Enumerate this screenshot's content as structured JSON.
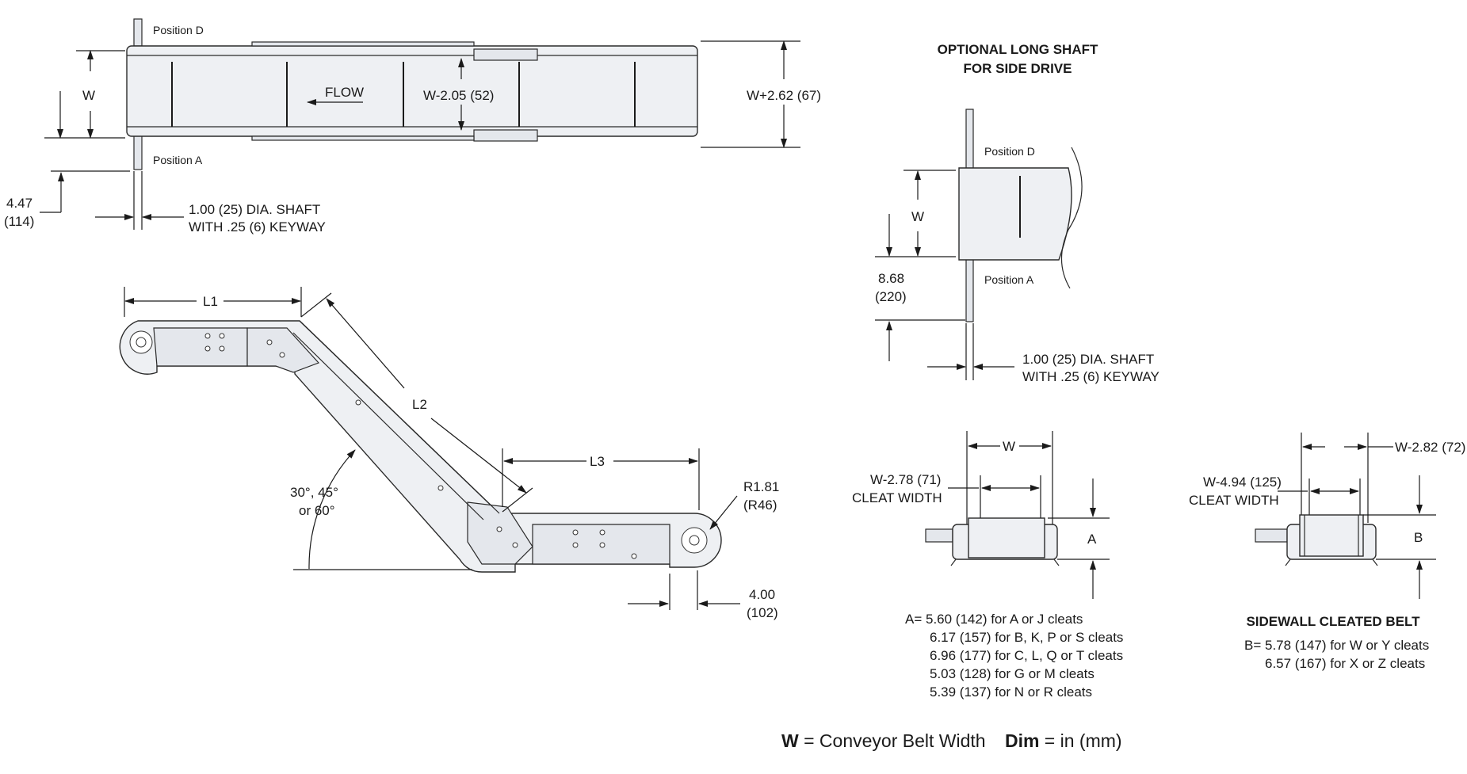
{
  "top_view": {
    "position_d": "Position D",
    "position_a": "Position A",
    "w": "W",
    "flow": "FLOW",
    "inner_width": "W-2.05 (52)",
    "outer_width": "W+2.62 (67)",
    "offset_in": "4.47",
    "offset_mm": "(114)",
    "shaft_line1": "1.00 (25) DIA. SHAFT",
    "shaft_line2": "WITH .25 (6) KEYWAY"
  },
  "side_view": {
    "l1": "L1",
    "l2": "L2",
    "l3": "L3",
    "angle_line1": "30°, 45°",
    "angle_line2": "or 60°",
    "radius_in": "R1.81",
    "radius_mm": "(R46)",
    "end_in": "4.00",
    "end_mm": "(102)"
  },
  "long_shaft": {
    "title_line1": "OPTIONAL LONG SHAFT",
    "title_line2": "FOR SIDE DRIVE",
    "position_d": "Position D",
    "position_a": "Position A",
    "w": "W",
    "offset_in": "8.68",
    "offset_mm": "(220)",
    "shaft_line1": "1.00 (25) DIA. SHAFT",
    "shaft_line2": "WITH .25 (6) KEYWAY"
  },
  "cleat_section": {
    "w": "W",
    "cleat_line1": "W-2.78 (71)",
    "cleat_line2": "CLEAT WIDTH",
    "a": "A",
    "notes": [
      "A= 5.60 (142) for A or J cleats",
      "6.17 (157) for B, K, P or S cleats",
      "6.96 (177) for C, L, Q or T cleats",
      "5.03 (128) for G or M cleats",
      "5.39 (137) for N or R cleats"
    ]
  },
  "sidewall_section": {
    "outer": "W-2.82 (72)",
    "cleat_line1": "W-4.94 (125)",
    "cleat_line2": "CLEAT WIDTH",
    "b": "B",
    "title": "SIDEWALL CLEATED BELT",
    "notes": [
      "B= 5.78 (147) for W or Y cleats",
      "6.57 (167) for X or Z cleats"
    ]
  },
  "legend": {
    "w_key": "W",
    "w_text": " = Conveyor Belt Width",
    "dim_key": "Dim",
    "dim_text": " = in (mm)"
  }
}
